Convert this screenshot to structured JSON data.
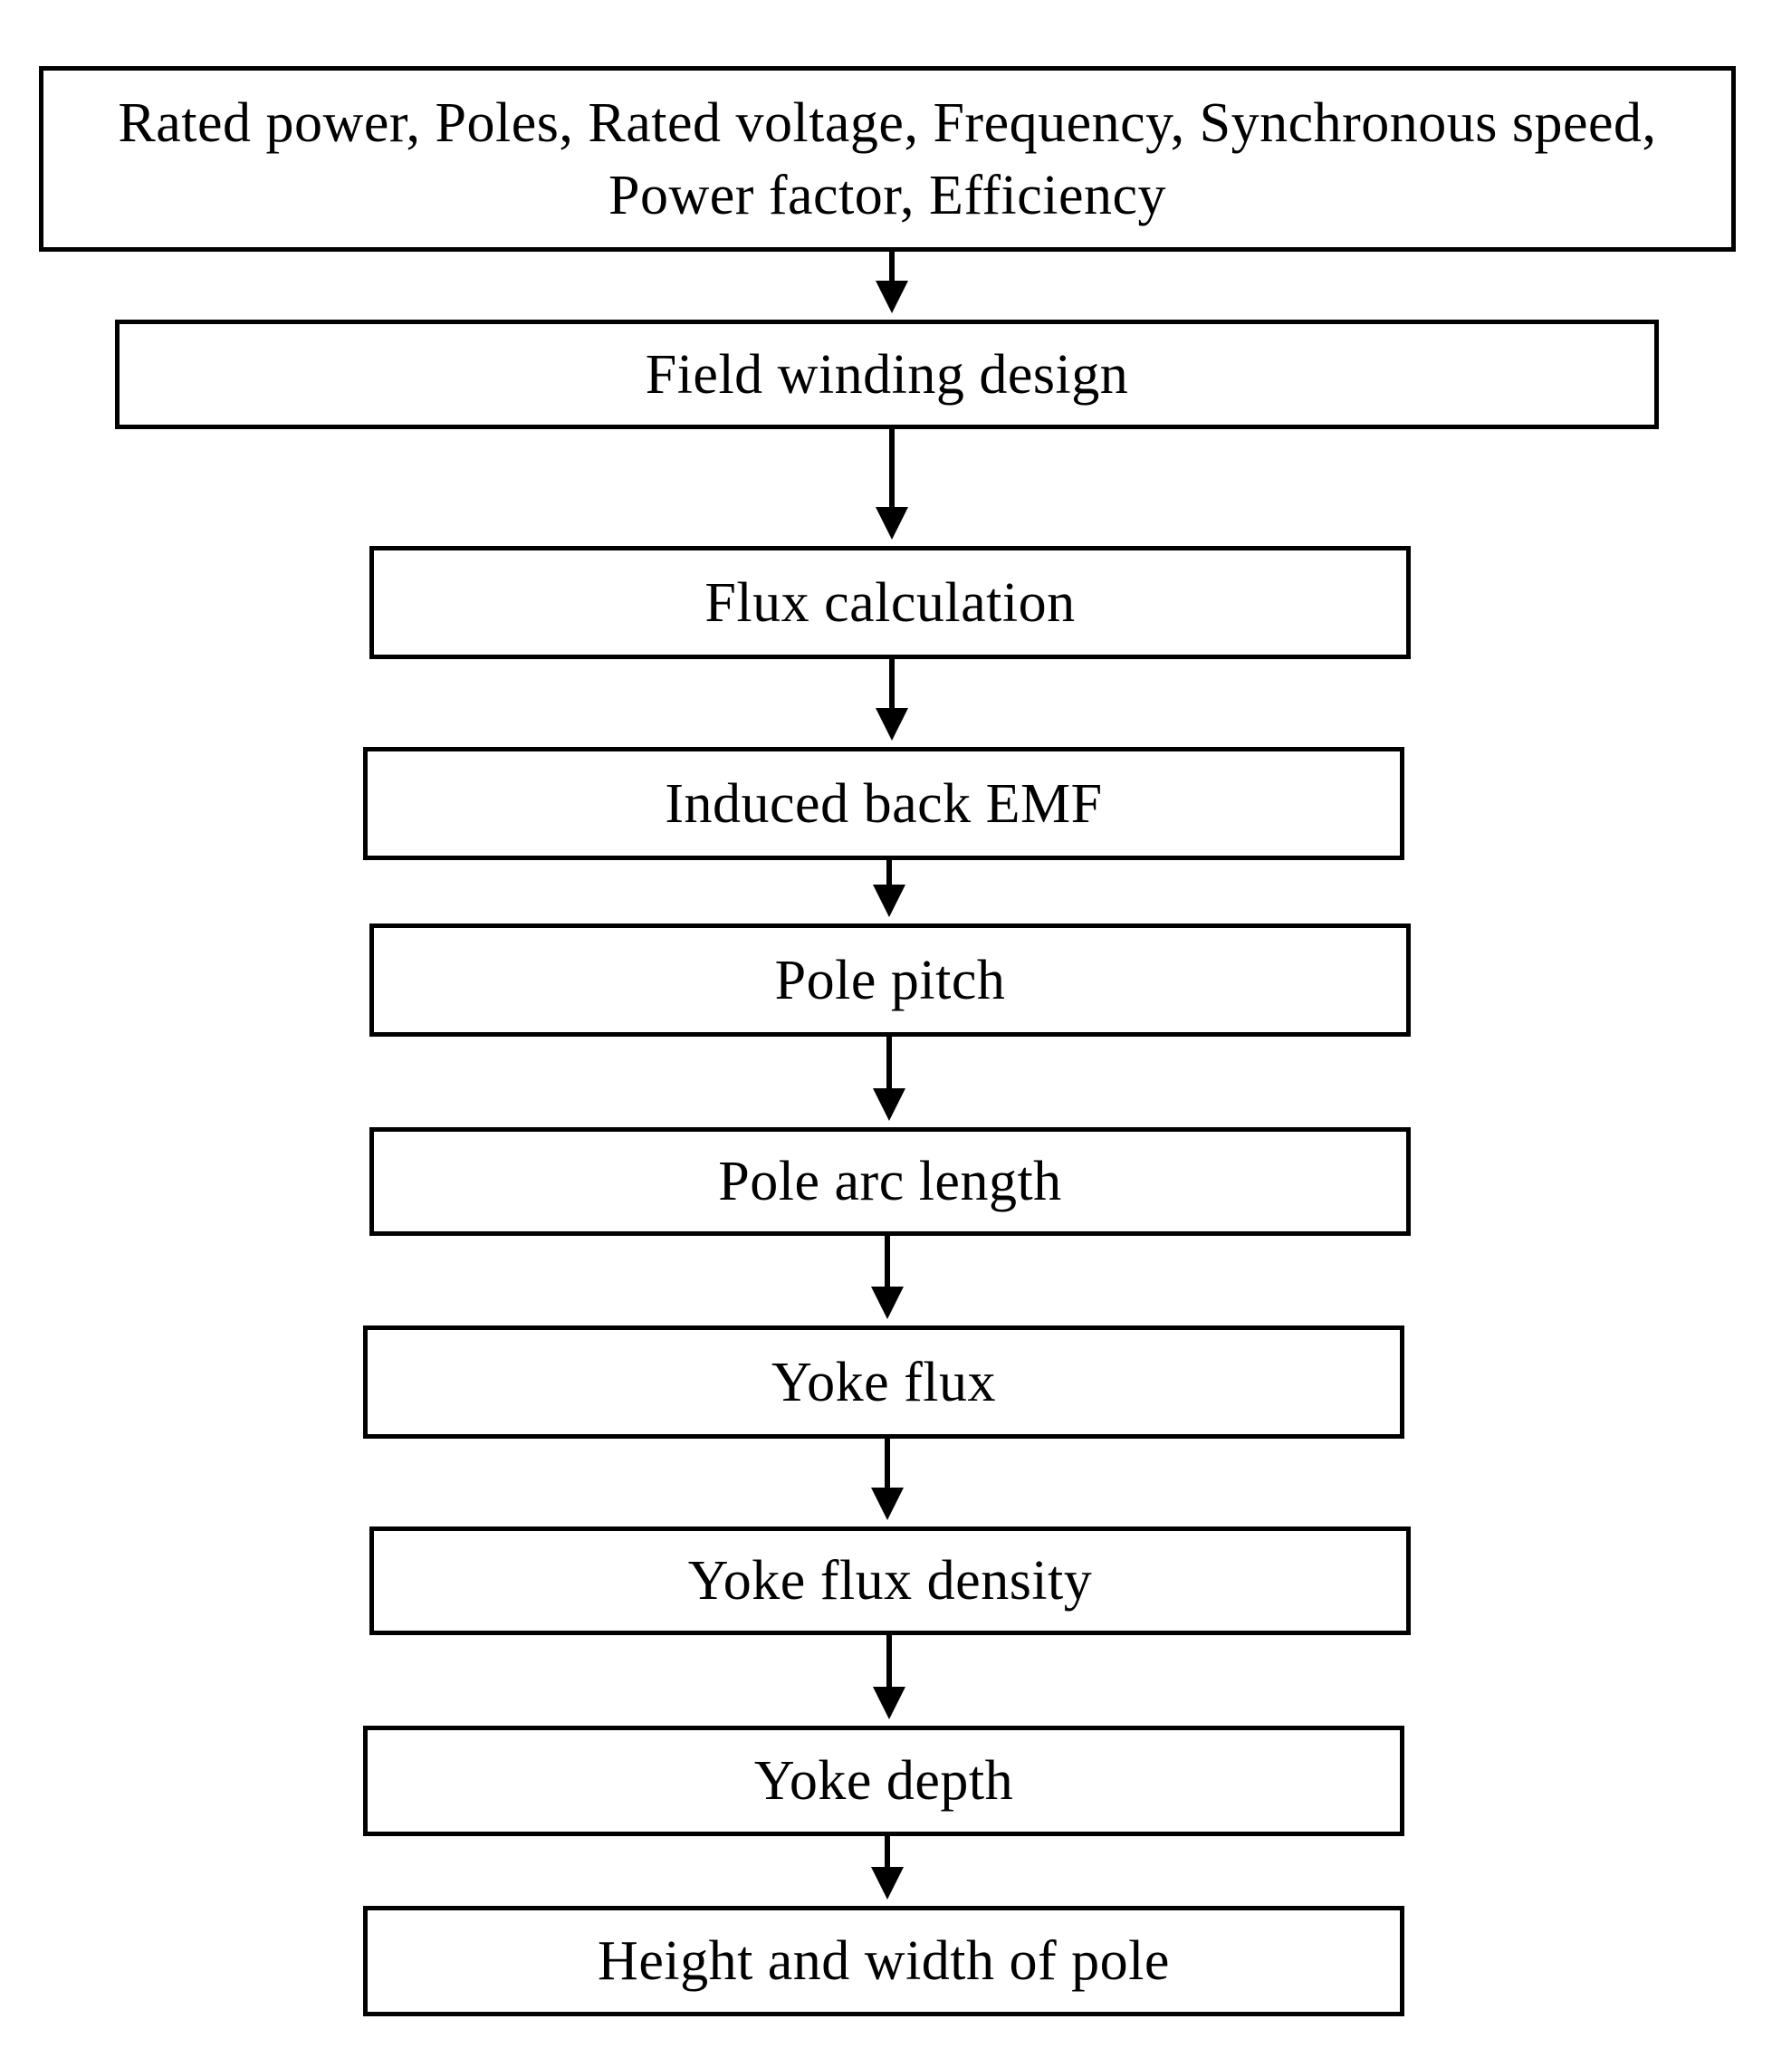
{
  "steps": [
    {
      "label": "Rated power, Poles, Rated voltage, Frequency, Synchronous speed, Power factor, Efficiency"
    },
    {
      "label": "Field winding design"
    },
    {
      "label": "Flux calculation"
    },
    {
      "label": "Induced back EMF"
    },
    {
      "label": "Pole pitch"
    },
    {
      "label": "Pole arc length"
    },
    {
      "label": "Yoke flux"
    },
    {
      "label": "Yoke flux density"
    },
    {
      "label": "Yoke depth"
    },
    {
      "label": "Height and width of pole"
    }
  ],
  "colors": {
    "stroke": "#000000",
    "background": "#ffffff"
  }
}
